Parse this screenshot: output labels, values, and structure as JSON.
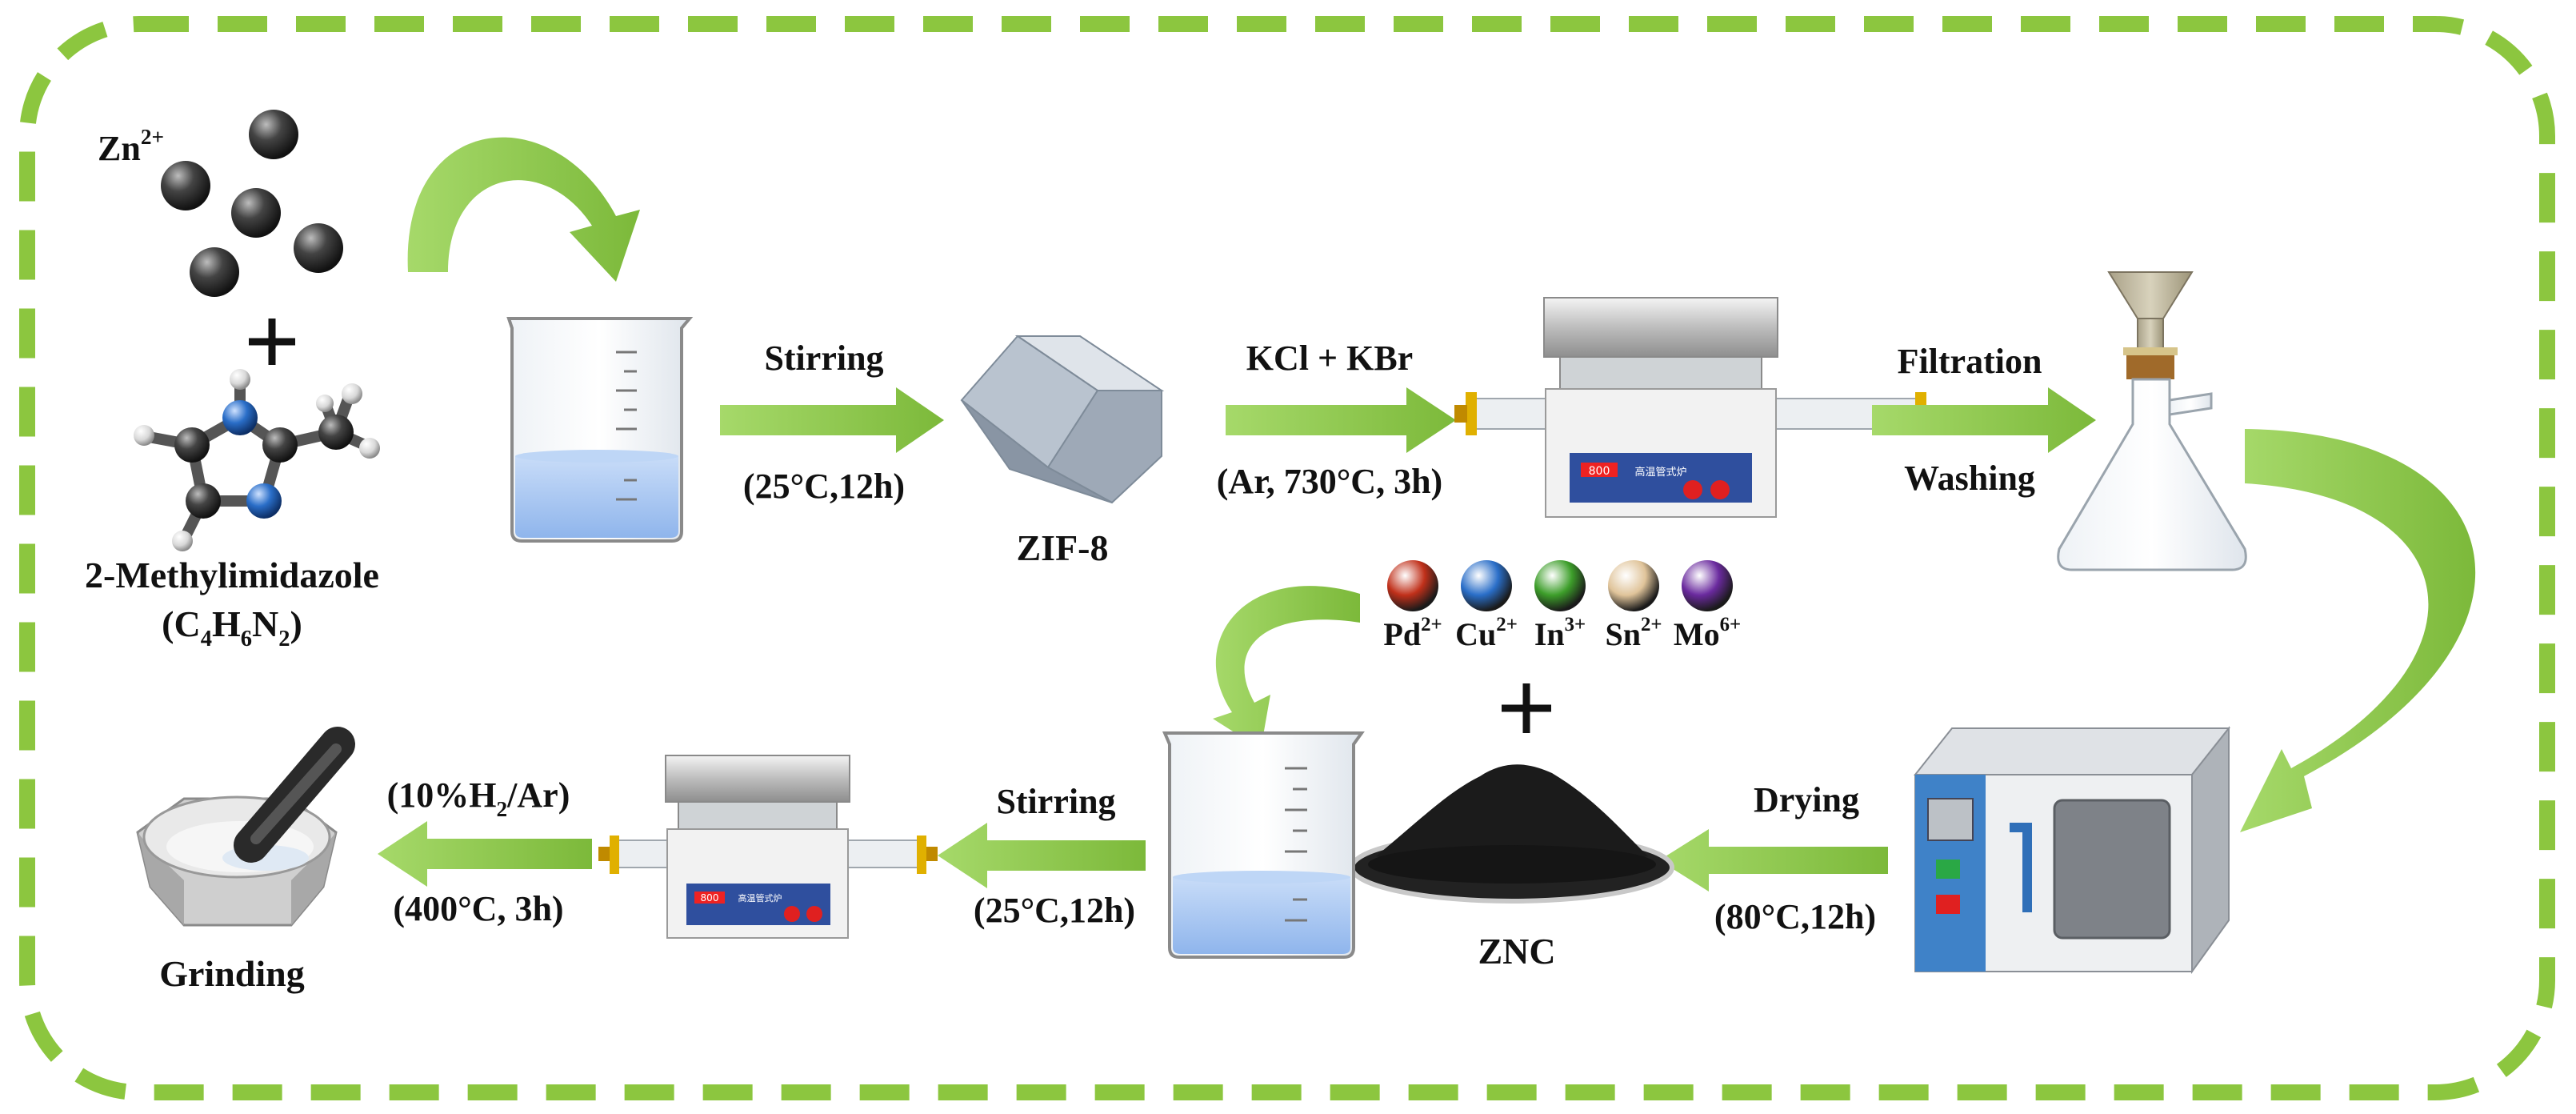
{
  "labels": {
    "zn_ion": "Zn",
    "zn_charge": "2+",
    "ligand_name": "2-Methylimidazole",
    "formula_open": "(C",
    "formula_c_sub": "4",
    "formula_h": "H",
    "formula_h_sub": "6",
    "formula_n": "N",
    "formula_n_sub": "2",
    "formula_close": ")",
    "step1_top": "Stirring",
    "step1_bottom": "(25°C,12h)",
    "zif8": "ZIF-8",
    "step2_top": "KCl + KBr",
    "step2_bottom": "(Ar, 730°C, 3h)",
    "step3_top": "Filtration",
    "step3_bottom": "Washing",
    "step4_top": "Drying",
    "step4_bottom": "(80°C,12h)",
    "znc": "ZNC",
    "step5_top": "Stirring",
    "step5_bottom": "(25°C,12h)",
    "step6_top_open": "(10%H",
    "step6_top_sub": "2",
    "step6_top_close": "/Ar)",
    "step6_bottom": "(400°C, 3h)",
    "grinding": "Grinding"
  },
  "metal_ions": [
    {
      "symbol": "Pd",
      "charge": "2+",
      "color": "#c0301a"
    },
    {
      "symbol": "Cu",
      "charge": "2+",
      "color": "#2a6ec8"
    },
    {
      "symbol": "In",
      "charge": "3+",
      "color": "#3d9e2a"
    },
    {
      "symbol": "Sn",
      "charge": "2+",
      "color": "#e0c49a"
    },
    {
      "symbol": "Mo",
      "charge": "6+",
      "color": "#6a2a9e"
    }
  ],
  "furnace_display": "800",
  "furnace_panel_text": "高温管式炉",
  "colors": {
    "accent_green": "#8bc34a",
    "border_green": "#8cc63f",
    "liquid_blue": "#a9c8f2",
    "panel_blue": "#2f4f9e",
    "button_red": "#e02020"
  }
}
